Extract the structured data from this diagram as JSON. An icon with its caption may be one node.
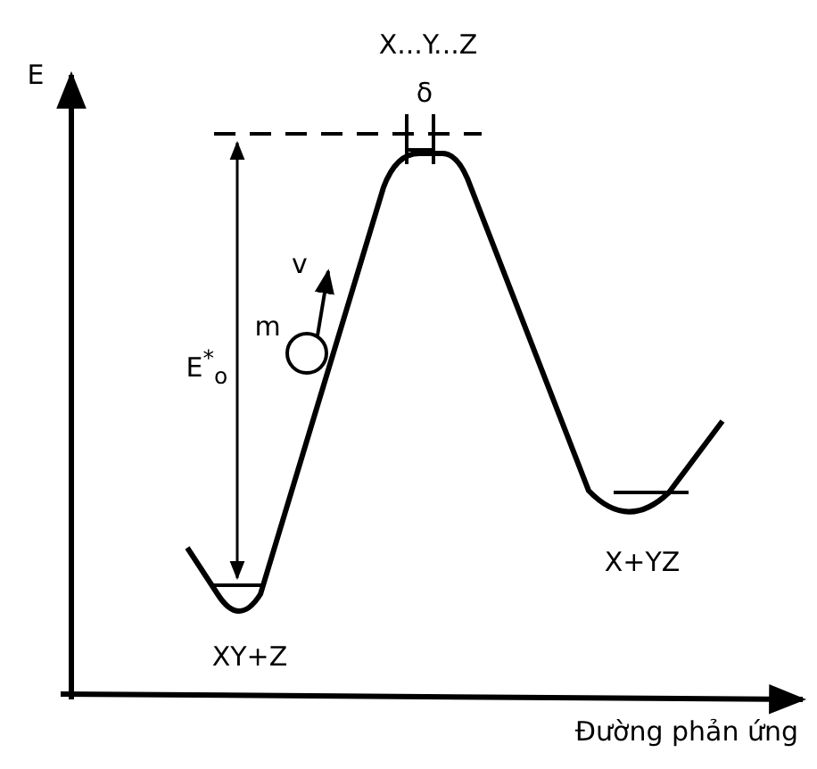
{
  "diagram": {
    "labels": [
      "E",
      "X...Y...Z",
      "δ",
      "v",
      "m",
      "E$^{*}$$_{o}$",
      "XY+Z",
      "X+YZ",
      "Đường phản ứng"
    ]
  }
}
